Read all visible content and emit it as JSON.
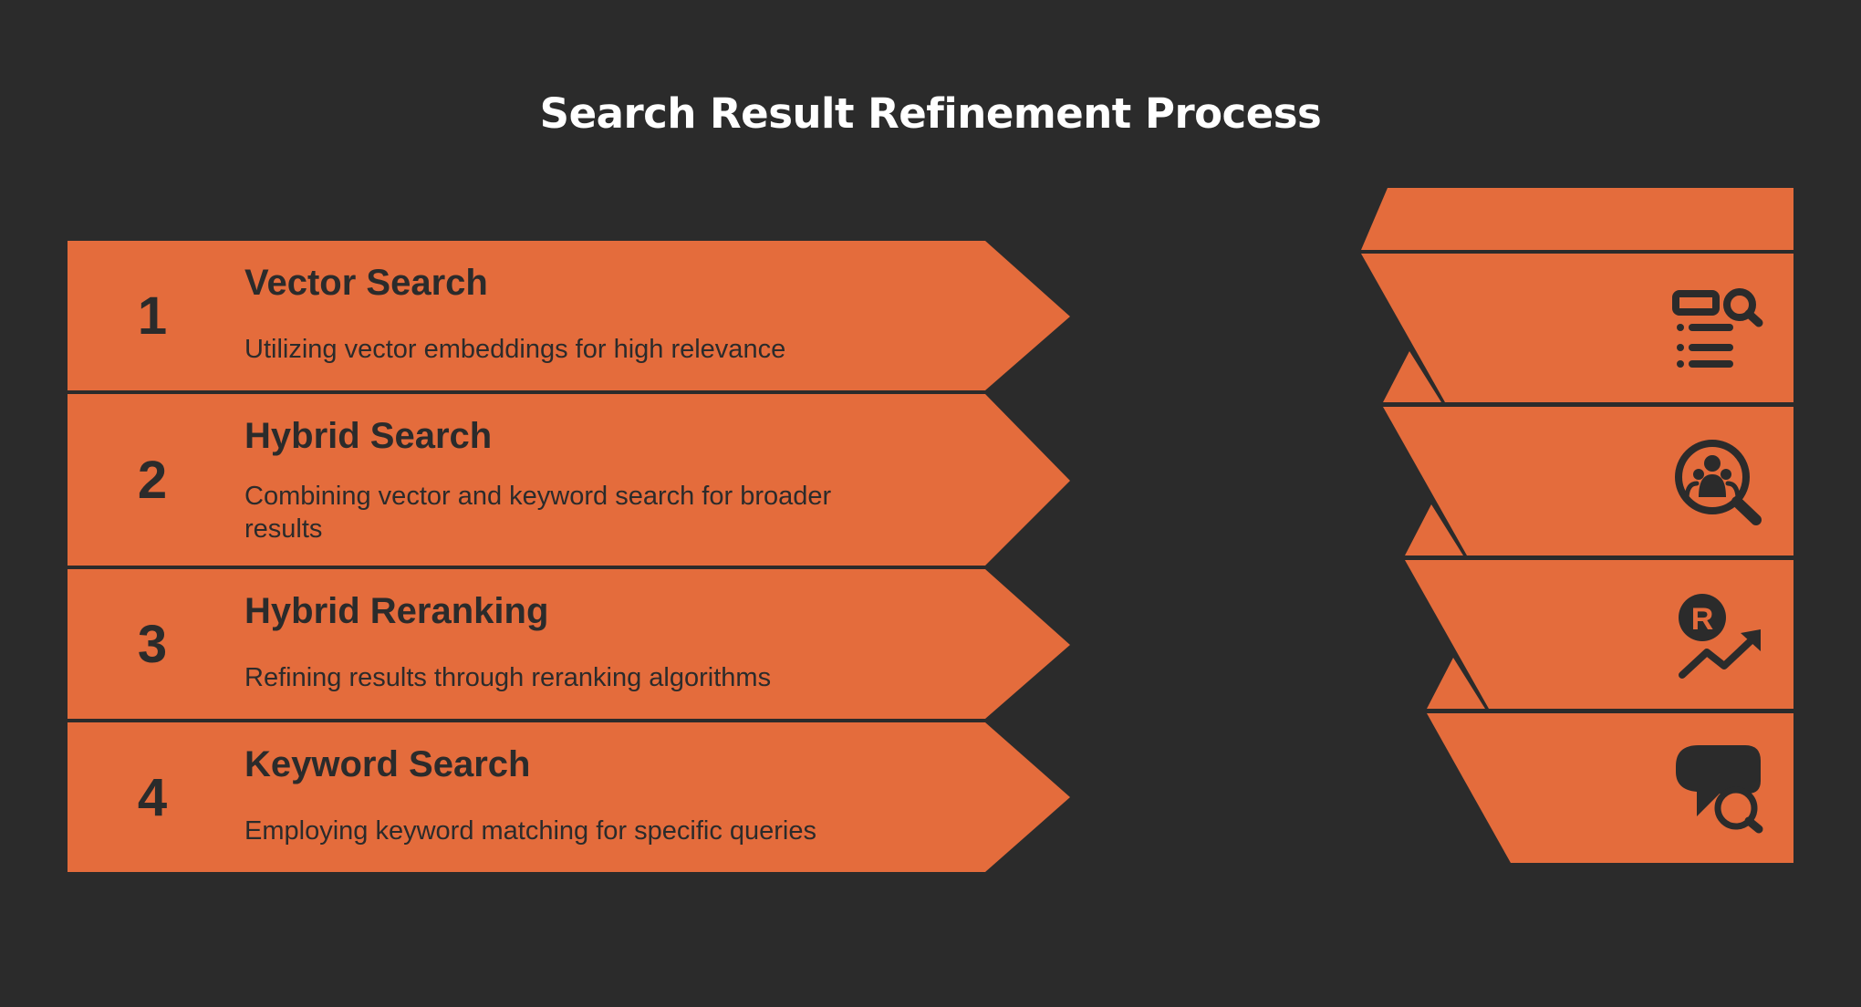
{
  "title": "Search Result Refinement Process",
  "colors": {
    "background": "#2b2b2b",
    "accent": "#e46c3c",
    "ink": "#2b2b2b",
    "title": "#ffffff"
  },
  "steps": [
    {
      "number": "1",
      "title": "Vector Search",
      "description": "Utilizing vector embeddings for high relevance",
      "icon": "search-list-icon"
    },
    {
      "number": "2",
      "title": "Hybrid Search",
      "description": "Combining vector and keyword search for broader results",
      "icon": "people-search-icon"
    },
    {
      "number": "3",
      "title": "Hybrid Reranking",
      "description": "Refining results through reranking algorithms",
      "icon": "rank-trend-icon"
    },
    {
      "number": "4",
      "title": "Keyword Search",
      "description": "Employing keyword matching for specific queries",
      "icon": "chat-search-icon"
    }
  ]
}
